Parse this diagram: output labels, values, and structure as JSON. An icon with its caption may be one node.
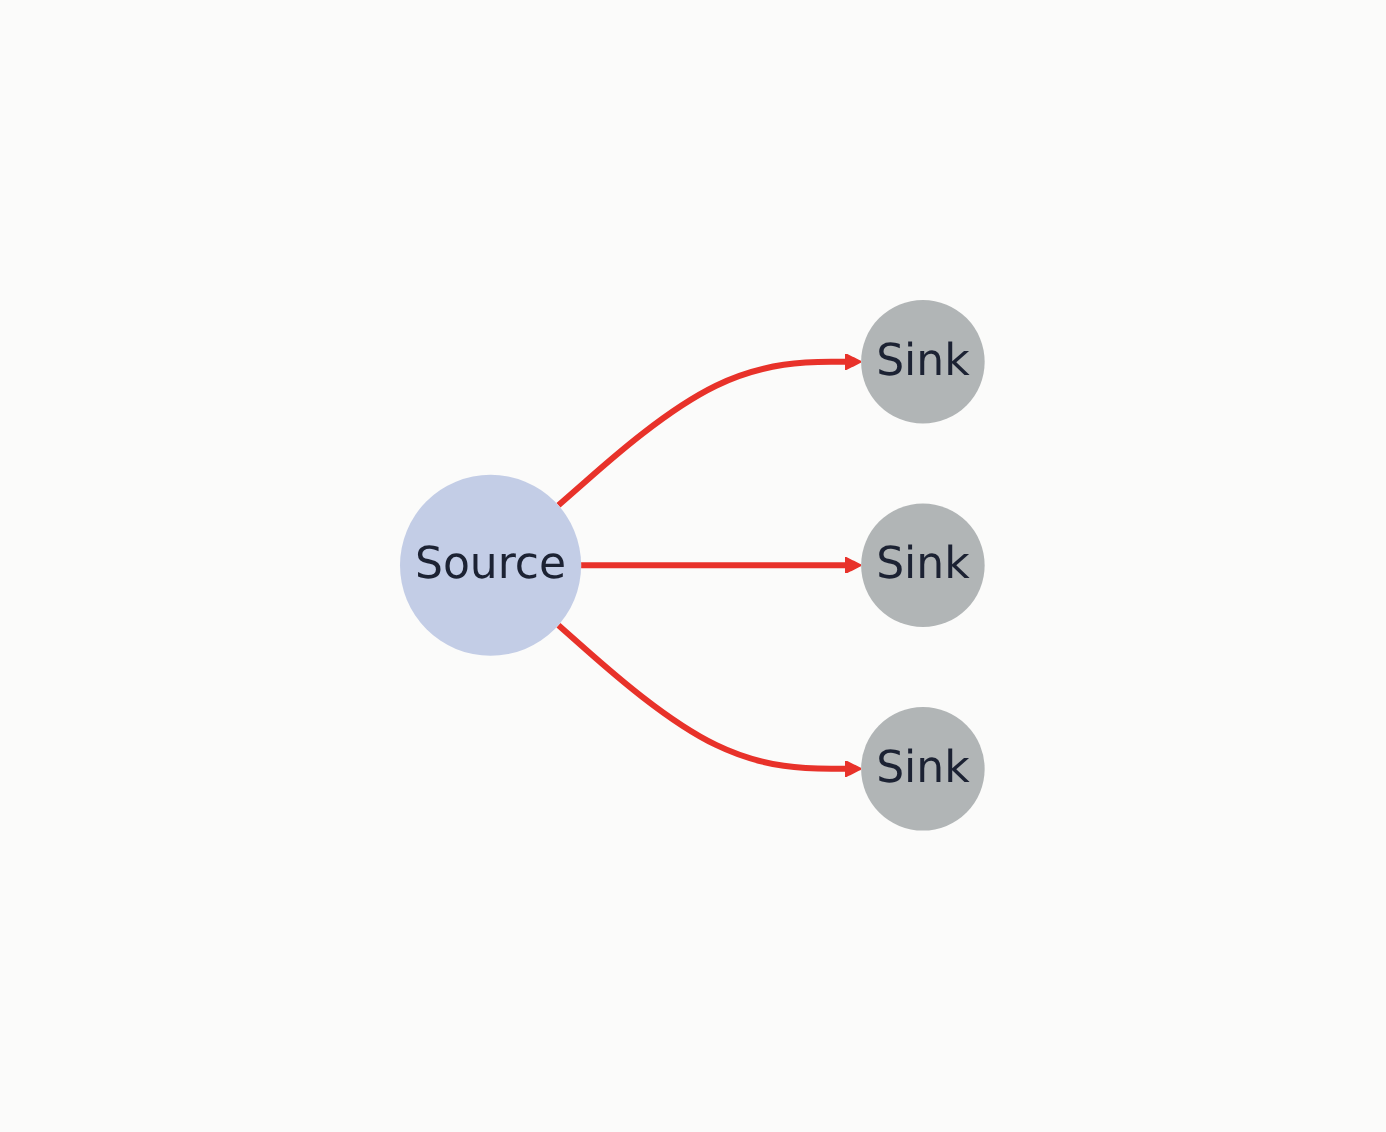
{
  "diagram": {
    "nodes": [
      {
        "text": [
          "Source"
        ]
      },
      {
        "text": [
          "Sink"
        ]
      },
      {
        "text": [
          "Sink"
        ]
      },
      {
        "text": [
          "Sink"
        ]
      }
    ],
    "edges": [
      {
        "from": 0,
        "to": 1,
        "arrow": "to",
        "color": "#e8322a"
      },
      {
        "from": 0,
        "to": 2,
        "arrow": "to",
        "color": "#e8322a"
      },
      {
        "from": 0,
        "to": 3,
        "arrow": "to",
        "color": "#e8322a"
      }
    ]
  }
}
